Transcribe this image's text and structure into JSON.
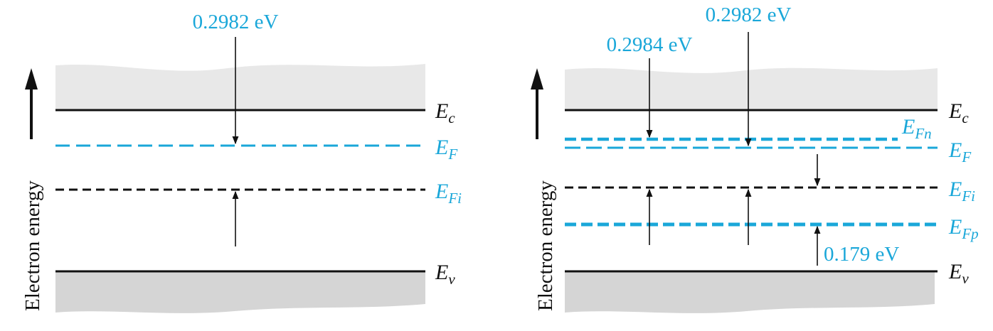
{
  "colors": {
    "blue": "#1aa7d9",
    "black": "#111111",
    "conduction_band_fill": "#e8e8e8",
    "valence_band_fill": "#d5d5d5"
  },
  "left_panel": {
    "y_axis_label": "Electron energy",
    "energy_annotation": "0.2982 eV",
    "levels": {
      "ec": {
        "main": "E",
        "sub": "c"
      },
      "ef": {
        "main": "E",
        "sub": "F"
      },
      "efi": {
        "main": "E",
        "sub": "Fi"
      },
      "ev": {
        "main": "E",
        "sub": "v"
      }
    }
  },
  "right_panel": {
    "y_axis_label": "Electron energy",
    "energy_annotation_n": "0.2984 eV",
    "energy_annotation_f": "0.2982 eV",
    "energy_annotation_p": "0.179 eV",
    "levels": {
      "ec": {
        "main": "E",
        "sub": "c"
      },
      "efn": {
        "main": "E",
        "sub": "Fn"
      },
      "ef": {
        "main": "E",
        "sub": "F"
      },
      "efi": {
        "main": "E",
        "sub": "Fi"
      },
      "efp": {
        "main": "E",
        "sub": "Fp"
      },
      "ev": {
        "main": "E",
        "sub": "v"
      }
    }
  }
}
